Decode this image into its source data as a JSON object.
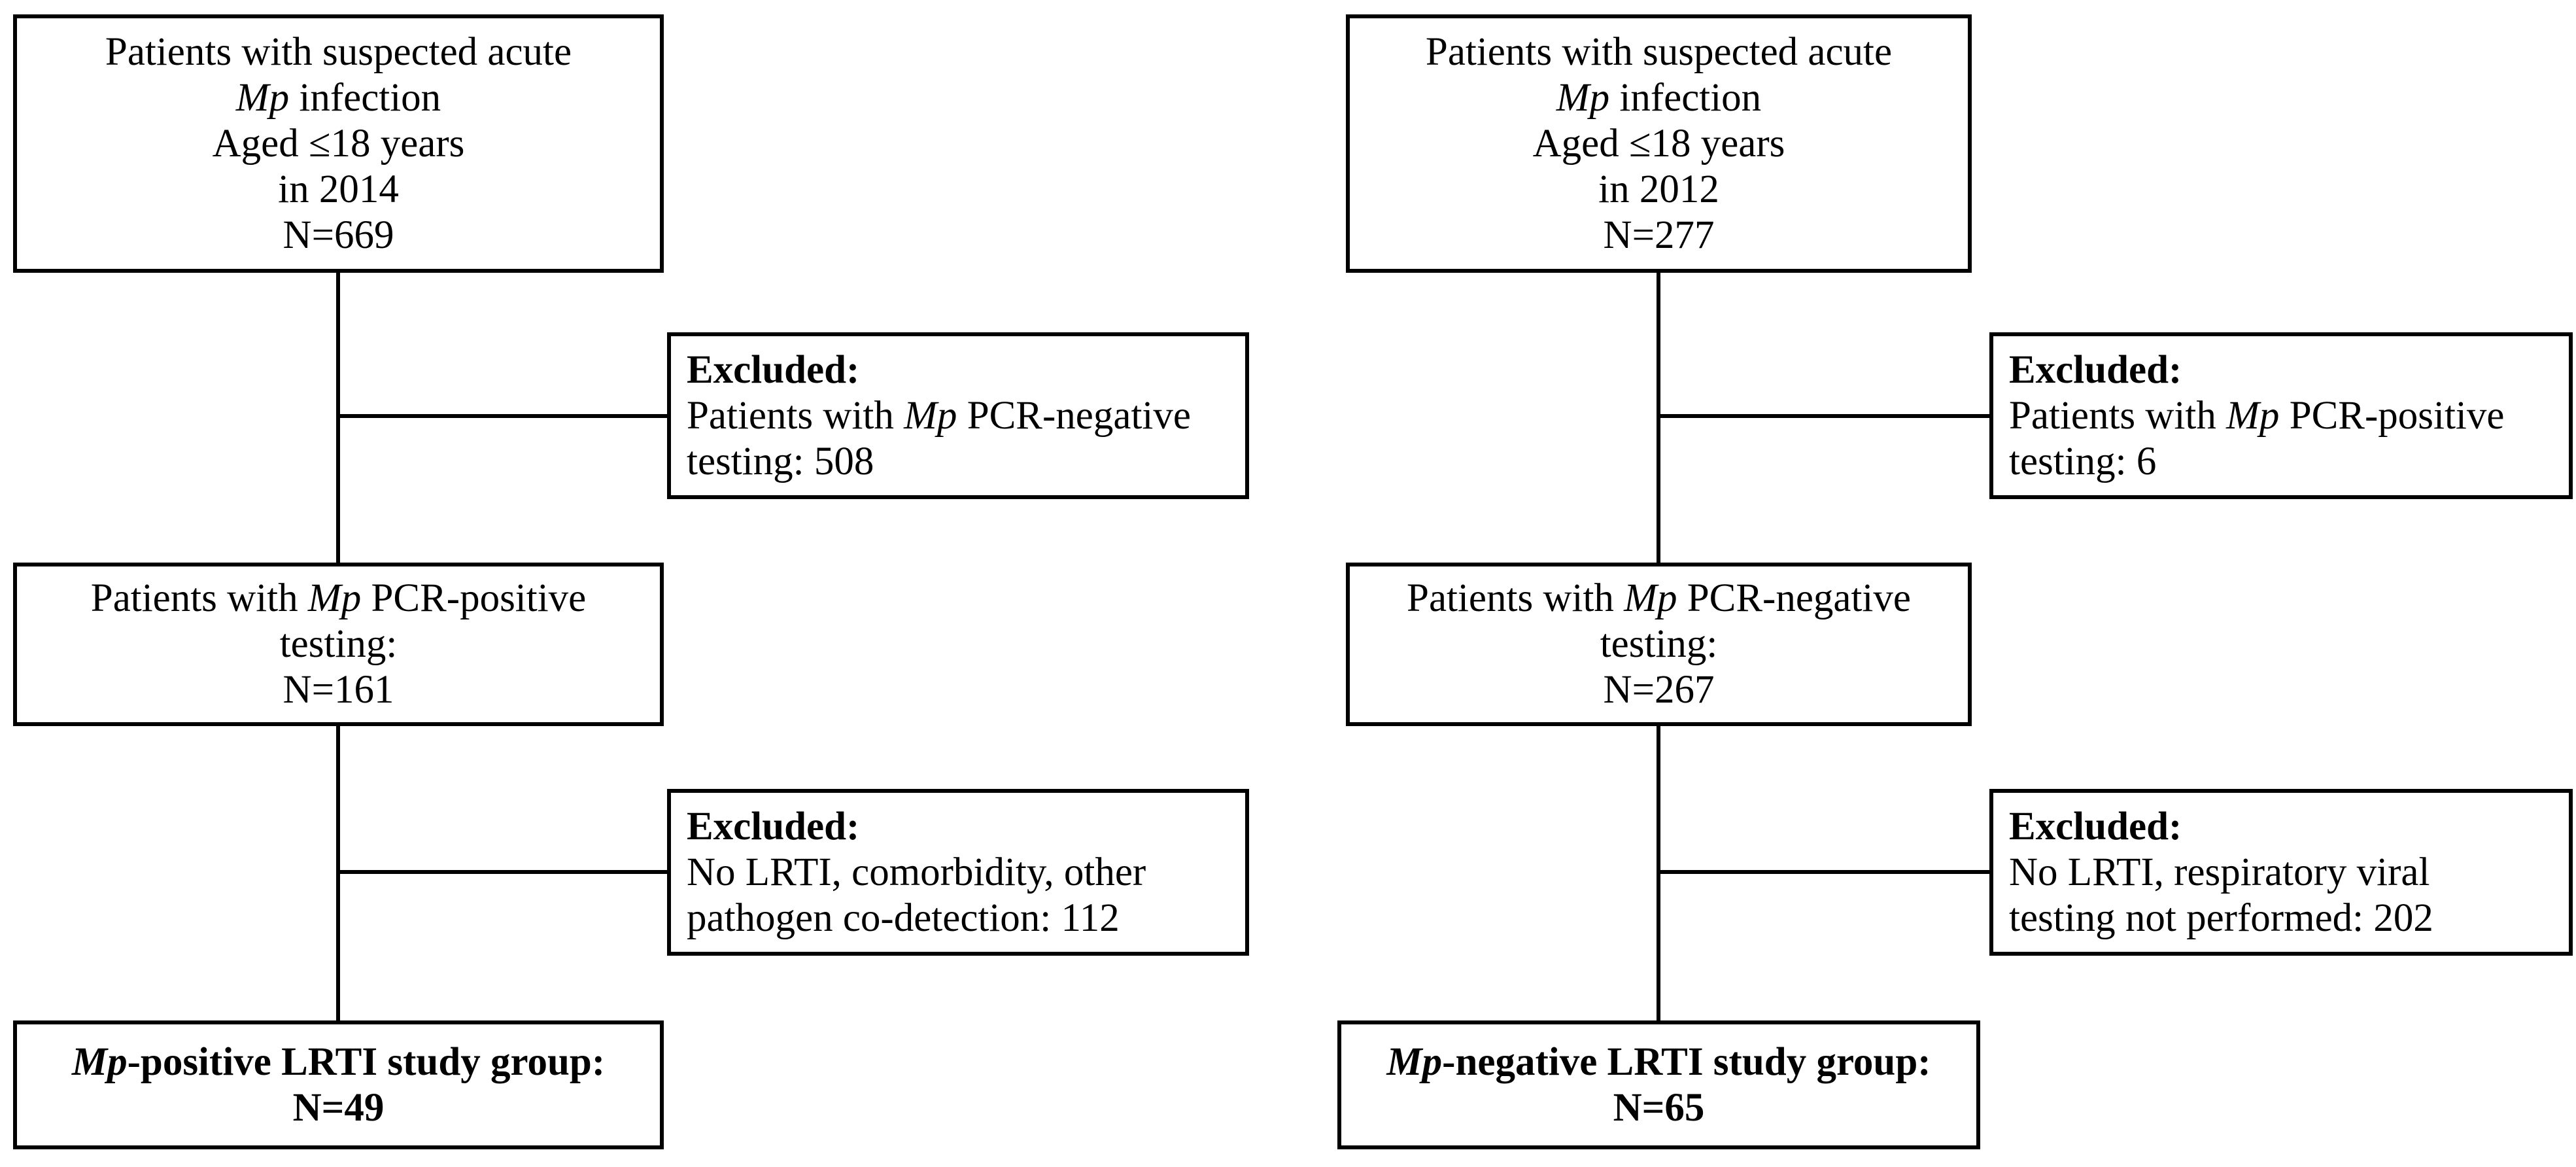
{
  "left_flow": {
    "start": {
      "line1": "Patients with suspected acute",
      "line2_italic": "Mp",
      "line2_rest": " infection",
      "line3": "Aged ≤18 years",
      "line4": "in 2014",
      "line5": "N=669"
    },
    "exclusion1": {
      "heading": "Excluded:",
      "line1_pre": "Patients with ",
      "line1_italic": "Mp",
      "line1_post": " PCR-negative",
      "line2": "testing: 508"
    },
    "middle": {
      "line1_pre": "Patients with ",
      "line1_italic": "Mp",
      "line1_post": " PCR-positive",
      "line2": "testing:",
      "line3": "N=161"
    },
    "exclusion2": {
      "heading": "Excluded:",
      "line1": "No LRTI, comorbidity, other",
      "line2": "pathogen co-detection: 112"
    },
    "final": {
      "line1_italic": "Mp",
      "line1_rest": "-positive LRTI study group:",
      "line2": "N=49"
    }
  },
  "right_flow": {
    "start": {
      "line1": "Patients with suspected acute",
      "line2_italic": "Mp",
      "line2_rest": " infection",
      "line3": "Aged ≤18 years",
      "line4": "in 2012",
      "line5": "N=277"
    },
    "exclusion1": {
      "heading": "Excluded:",
      "line1_pre": "Patients with ",
      "line1_italic": "Mp",
      "line1_post": " PCR-positive",
      "line2": "testing: 6"
    },
    "middle": {
      "line1_pre": "Patients with ",
      "line1_italic": "Mp",
      "line1_post": " PCR-negative",
      "line2": "testing:",
      "line3": "N=267"
    },
    "exclusion2": {
      "heading": "Excluded:",
      "line1": "No LRTI, respiratory viral",
      "line2": "testing not performed: 202"
    },
    "final": {
      "line1_italic": "Mp",
      "line1_rest": "-negative LRTI study group:",
      "line2": "N=65"
    }
  }
}
